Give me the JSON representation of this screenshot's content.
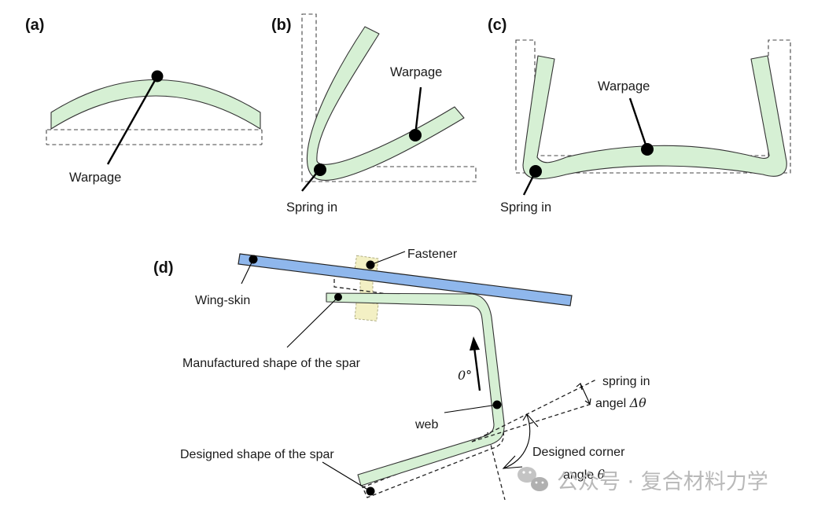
{
  "figure": {
    "panels": {
      "a": {
        "label": "(a)",
        "annotations": {
          "warpage": "Warpage"
        }
      },
      "b": {
        "label": "(b)",
        "annotations": {
          "warpage": "Warpage",
          "spring_in": "Spring in"
        }
      },
      "c": {
        "label": "(c)",
        "annotations": {
          "warpage": "Warpage",
          "spring_in": "Spring in"
        }
      },
      "d": {
        "label": "(d)",
        "annotations": {
          "fastener": "Fastener",
          "wing_skin": "Wing-skin",
          "manufactured_shape": "Manufactured shape of the spar",
          "zero_deg": "0°",
          "web": "web",
          "spring_in_line1": "spring in",
          "spring_in_line2_prefix": "angel ",
          "spring_in_symbol": "Δθ",
          "designed_shape": "Designed shape of the spar",
          "designed_corner_line1": "Designed corner",
          "designed_corner_line2_prefix": "angle ",
          "designed_corner_symbol": "θ"
        }
      }
    },
    "watermark": {
      "text": "公众号 · 复合材料力学",
      "icon": "wechat-icon"
    },
    "colors": {
      "part_fill": "#d6f0d4",
      "wing_skin_fill": "#8fb7ec",
      "fastener_fill": "#f3f0c4",
      "watermark": "#b9b9b9"
    }
  }
}
